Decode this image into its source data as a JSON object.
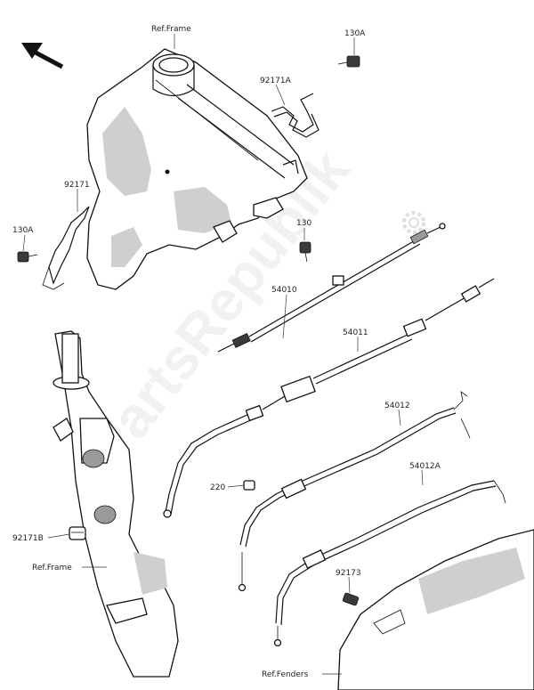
{
  "diagram": {
    "watermark": "PartsRepublik",
    "labels": {
      "ref_frame_top": "Ref.Frame",
      "p130a_top": "130A",
      "p92171a": "92171A",
      "p92171": "92171",
      "p130a_left": "130A",
      "p130": "130",
      "p54010": "54010",
      "p54011": "54011",
      "p54012": "54012",
      "p54012a": "54012A",
      "p220": "220",
      "p92171b": "92171B",
      "ref_frame_bottom": "Ref.Frame",
      "p92173": "92173",
      "ref_fenders": "Ref.Fenders"
    },
    "icons": {
      "direction": "front-direction-arrow-icon",
      "gear": "gear-icon"
    }
  }
}
